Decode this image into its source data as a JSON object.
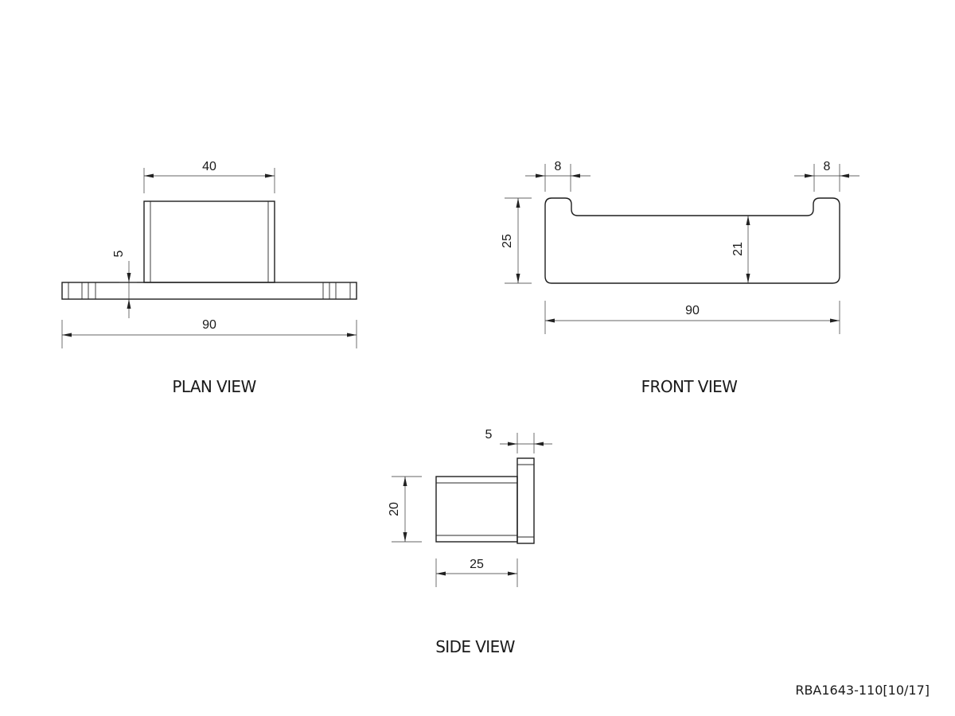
{
  "plan_view": {
    "title": "PLAN VIEW",
    "dim_width_top": "40",
    "dim_base_thickness": "5",
    "dim_overall_length": "90"
  },
  "front_view": {
    "title": "FRONT VIEW",
    "dim_left_lip": "8",
    "dim_right_lip": "8",
    "dim_overall_height": "25",
    "dim_inner_height": "21",
    "dim_overall_length": "90"
  },
  "side_view": {
    "title": "SIDE VIEW",
    "dim_plate_thickness": "5",
    "dim_height": "20",
    "dim_depth": "25"
  },
  "reference_code": "RBA1643-110[10/17]"
}
